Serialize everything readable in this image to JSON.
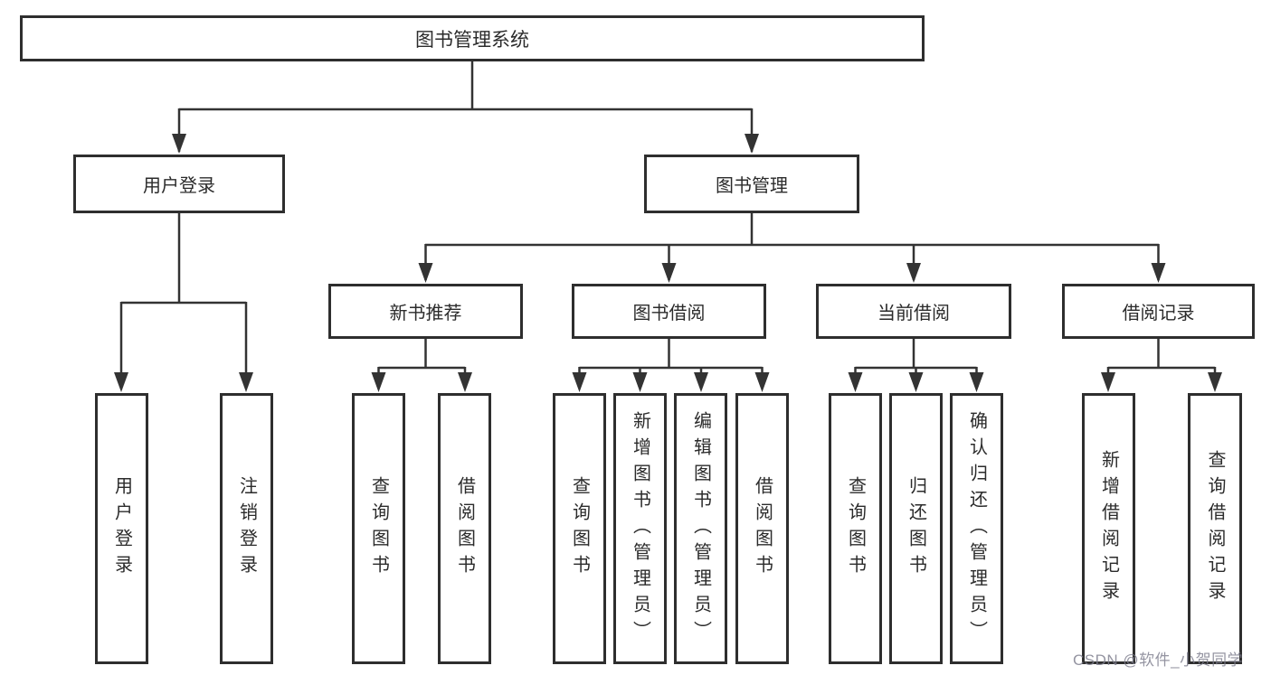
{
  "nodes": {
    "root": "图书管理系统",
    "level2": [
      "用户登录",
      "图书管理"
    ],
    "level3": [
      "新书推荐",
      "图书借阅",
      "当前借阅",
      "借阅记录"
    ],
    "leaves": [
      "用户登录",
      "注销登录",
      "查询图书",
      "借阅图书",
      "查询图书",
      "新增图书（管理员）",
      "编辑图书（管理员）",
      "借阅图书",
      "查询图书",
      "归还图书",
      "确认归还（管理员）",
      "新增借阅记录",
      "查询借阅记录"
    ]
  },
  "edges": [
    {
      "from": "图书管理系统",
      "to": "用户登录"
    },
    {
      "from": "图书管理系统",
      "to": "图书管理"
    },
    {
      "from": "用户登录",
      "to": "用户登录"
    },
    {
      "from": "用户登录",
      "to": "注销登录"
    },
    {
      "from": "图书管理",
      "to": "新书推荐"
    },
    {
      "from": "图书管理",
      "to": "图书借阅"
    },
    {
      "from": "图书管理",
      "to": "当前借阅"
    },
    {
      "from": "图书管理",
      "to": "借阅记录"
    },
    {
      "from": "新书推荐",
      "to": "查询图书"
    },
    {
      "from": "新书推荐",
      "to": "借阅图书"
    },
    {
      "from": "图书借阅",
      "to": "查询图书"
    },
    {
      "from": "图书借阅",
      "to": "新增图书（管理员）"
    },
    {
      "from": "图书借阅",
      "to": "编辑图书（管理员）"
    },
    {
      "from": "图书借阅",
      "to": "借阅图书"
    },
    {
      "from": "当前借阅",
      "to": "查询图书"
    },
    {
      "from": "当前借阅",
      "to": "归还图书"
    },
    {
      "from": "当前借阅",
      "to": "确认归还（管理员）"
    },
    {
      "from": "借阅记录",
      "to": "新增借阅记录"
    },
    {
      "from": "借阅记录",
      "to": "查询借阅记录"
    }
  ],
  "watermark": "CSDN @软件_小贺同学",
  "colors": {
    "line": "#333333",
    "box_border": "#2e2e2e",
    "text": "#2b2b2b",
    "watermark": "#7d7d8c",
    "background": "#ffffff"
  }
}
